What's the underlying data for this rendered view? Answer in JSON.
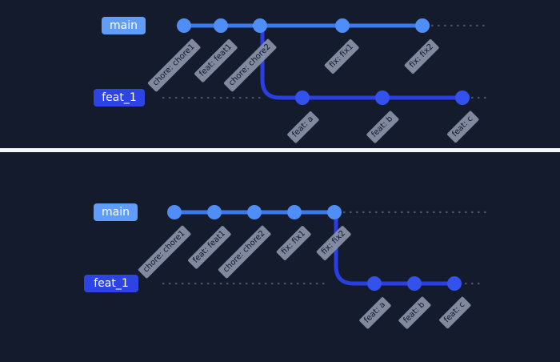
{
  "colors": {
    "background": "#141b2d",
    "main_branch_line": "#3b79ef",
    "main_commit_fill": "#4e8ef6",
    "main_label_bg": "#5f9df8",
    "feat_branch_line": "#2a3ee2",
    "feat_commit_fill": "#3351ed",
    "feat_label_bg": "#2e44e2",
    "commit_tag_bg": "#8a93a8",
    "commit_tag_text": "#10182b",
    "dotted_guide": "#47516e",
    "separator": "#f6f8fb"
  },
  "graphs": [
    {
      "id": "top",
      "main_label": "main",
      "feat_label": "feat_1",
      "main_commits": [
        "chore: chore1",
        "feat: feat1",
        "chore: chore2",
        "fix: fix1",
        "fix: fix2"
      ],
      "feat_commits": [
        "feat: a",
        "feat: b",
        "feat: c"
      ],
      "branch_point": "chore: chore2"
    },
    {
      "id": "bottom",
      "main_label": "main",
      "feat_label": "feat_1",
      "main_commits": [
        "chore: chore1",
        "feat: feat1",
        "chore: chore2",
        "fix: fix1",
        "fix: fix2"
      ],
      "feat_commits": [
        "feat: a",
        "feat: b",
        "feat: c"
      ],
      "branch_point": "fix: fix2"
    }
  ]
}
